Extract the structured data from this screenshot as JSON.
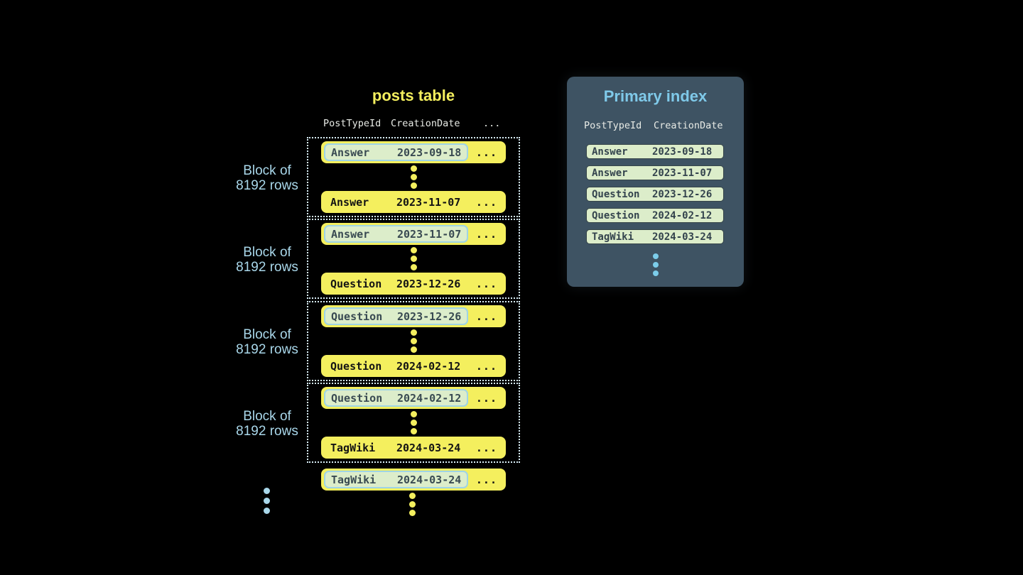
{
  "posts_table": {
    "title": "posts table",
    "headers": {
      "col1": "PostTypeId",
      "col2": "CreationDate",
      "col3": "..."
    },
    "block_label": {
      "line1": "Block of",
      "line2": "8192 rows"
    },
    "blocks": [
      {
        "first": {
          "type": "Answer",
          "date": "2023-09-18",
          "more": "..."
        },
        "last": {
          "type": "Answer",
          "date": "2023-11-07",
          "more": "..."
        }
      },
      {
        "first": {
          "type": "Answer",
          "date": "2023-11-07",
          "more": "..."
        },
        "last": {
          "type": "Question",
          "date": "2023-12-26",
          "more": "..."
        }
      },
      {
        "first": {
          "type": "Question",
          "date": "2023-12-26",
          "more": "..."
        },
        "last": {
          "type": "Question",
          "date": "2024-02-12",
          "more": "..."
        }
      },
      {
        "first": {
          "type": "Question",
          "date": "2024-02-12",
          "more": "..."
        },
        "last": {
          "type": "TagWiki",
          "date": "2024-03-24",
          "more": "..."
        }
      }
    ],
    "overflow_row": {
      "type": "TagWiki",
      "date": "2024-03-24",
      "more": "..."
    }
  },
  "primary_index": {
    "title": "Primary index",
    "headers": {
      "col1": "PostTypeId",
      "col2": "CreationDate"
    },
    "entries": [
      {
        "type": "Answer",
        "date": "2023-09-18"
      },
      {
        "type": "Answer",
        "date": "2023-11-07"
      },
      {
        "type": "Question",
        "date": "2023-12-26"
      },
      {
        "type": "Question",
        "date": "2024-02-12"
      },
      {
        "type": "TagWiki",
        "date": "2024-03-24"
      }
    ]
  },
  "colors": {
    "bg": "#000000",
    "row_yellow": "#f4ef5e",
    "row_text": "#141414",
    "hl_bg": "#dcedca",
    "hl_border": "#9fd4e6",
    "hl_text": "#394a52",
    "dotted_border": "#d7ecf5",
    "label_blue": "#a9d7ea",
    "panel_bg": "#3e5363",
    "panel_title": "#7fc9e9",
    "header_text": "#e8ebe6",
    "index_row_bg": "#dcedca",
    "index_row_border": "#364549",
    "index_text": "#33434d",
    "panel_dots": "#7ccdea"
  }
}
